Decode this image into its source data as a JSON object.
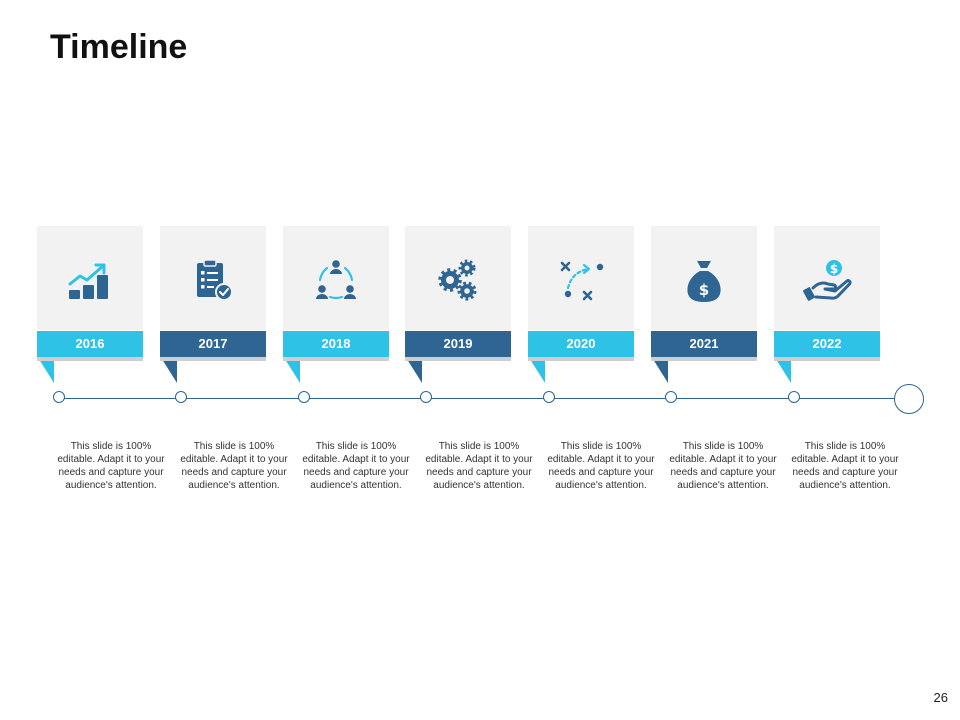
{
  "title": "Timeline",
  "page_number": "26",
  "colors": {
    "light": "#2ec3e6",
    "dark": "#2f6592",
    "icon": "#2f6592",
    "card": "#f2f2f2"
  },
  "items": [
    {
      "year": "2016",
      "icon": "growth-chart-icon",
      "style": "light",
      "text": "This slide is 100% editable. Adapt it to your needs and capture your audience's attention."
    },
    {
      "year": "2017",
      "icon": "checklist-clipboard-icon",
      "style": "dark",
      "text": "This slide is 100% editable. Adapt it to your needs and capture your audience's attention."
    },
    {
      "year": "2018",
      "icon": "team-cycle-icon",
      "style": "light",
      "text": "This slide is 100% editable. Adapt it to your needs and capture your audience's attention."
    },
    {
      "year": "2019",
      "icon": "gears-icon",
      "style": "dark",
      "text": "This slide is 100% editable. Adapt it to your needs and capture your audience's attention."
    },
    {
      "year": "2020",
      "icon": "strategy-plan-icon",
      "style": "light",
      "text": "This slide is 100% editable. Adapt it to your needs and capture your audience's attention."
    },
    {
      "year": "2021",
      "icon": "money-bag-icon",
      "style": "dark",
      "text": "This slide is 100% editable. Adapt it to your needs and capture your audience's attention."
    },
    {
      "year": "2022",
      "icon": "hand-coin-icon",
      "style": "light",
      "text": "This slide is 100% editable. Adapt it to your needs and capture your audience's attention."
    }
  ]
}
